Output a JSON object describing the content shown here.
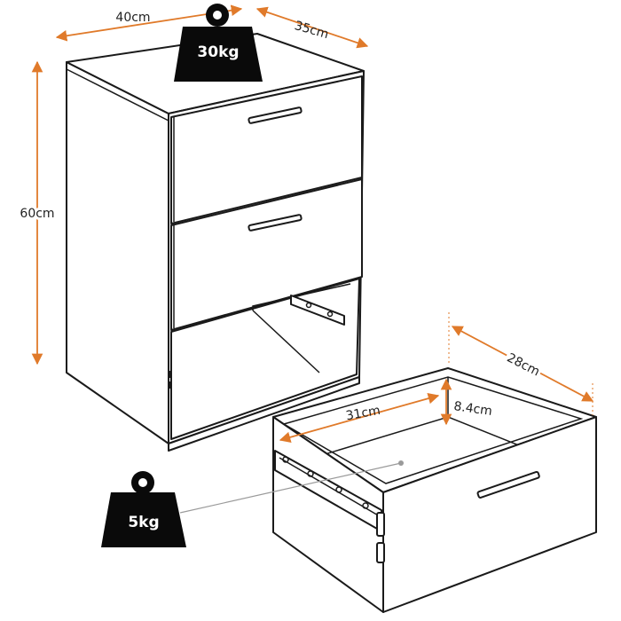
{
  "colors": {
    "dimension": "#e07a2a",
    "ink": "#1a1a1a",
    "weight_fill": "#0a0a0a",
    "pointer": "#9a9a9a"
  },
  "dimensions": {
    "cabinet_width": "40cm",
    "cabinet_depth": "35cm",
    "cabinet_height": "60cm",
    "drawer_width": "31cm",
    "drawer_depth": "28cm",
    "drawer_height": "8.4cm"
  },
  "weights": {
    "top_load": "30kg",
    "drawer_load": "5kg"
  }
}
